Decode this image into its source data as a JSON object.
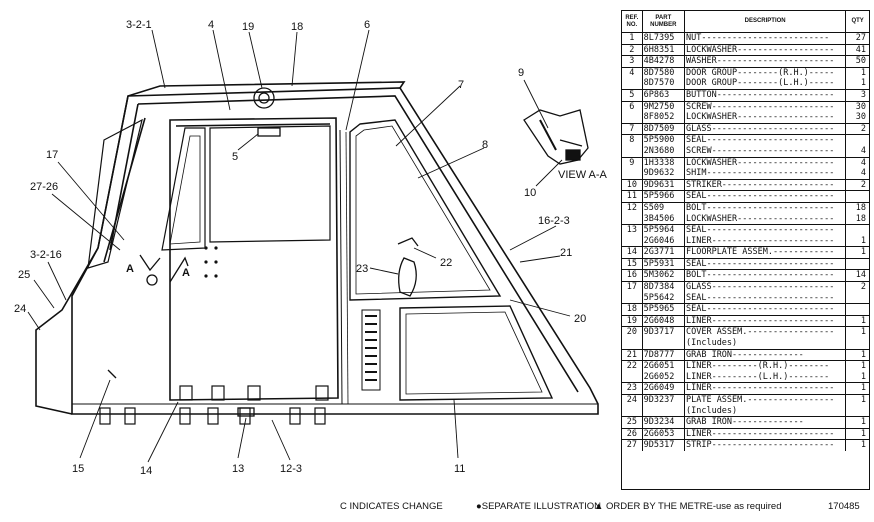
{
  "callouts": {
    "c3_2_1": "3-2-1",
    "c4": "4",
    "c19": "19",
    "c18": "18",
    "c6": "6",
    "c7": "7",
    "c8": "8",
    "c9": "9",
    "c10": "10",
    "view": "VIEW A-A",
    "c5": "5",
    "c17": "17",
    "c27_26": "27-26",
    "c16_2_3": "16-2-3",
    "c21": "21",
    "c22": "22",
    "c23": "23",
    "c3_2_16": "3-2-16",
    "c25": "25",
    "c24": "24",
    "c20": "20",
    "c15": "15",
    "c14": "14",
    "c13": "13",
    "c12_3": "12-3",
    "c11": "11",
    "a1": "A",
    "a2": "A"
  },
  "table": {
    "headers": {
      "ref": "REF. NO.",
      "part": "PART NUMBER",
      "desc": "DESCRIPTION",
      "qty": "QTY"
    },
    "rows": [
      {
        "mark": "",
        "ref": "1",
        "part": "8L7395",
        "desc": "NUT-------------------------",
        "qty": "27"
      },
      {
        "mark": "",
        "ref": "2",
        "part": "6H8351",
        "desc": "LOCKWASHER-------------------",
        "qty": "41"
      },
      {
        "mark": "",
        "ref": "3",
        "part": "4B4278",
        "desc": "WASHER-----------------------",
        "qty": "50"
      },
      {
        "mark": "●",
        "ref": "4",
        "part": "8D7580",
        "desc": "DOOR GROUP--------(R.H.)-----",
        "qty": "1"
      },
      {
        "mark": "●",
        "ref": "",
        "part": "8D7570",
        "desc": "DOOR GROUP--------(L.H.)-----",
        "qty": "1"
      },
      {
        "mark": "",
        "ref": "5",
        "part": "6P863",
        "desc": "BUTTON-----------------------",
        "qty": "3"
      },
      {
        "mark": "",
        "ref": "6",
        "part": "9M2750",
        "desc": "SCREW------------------------",
        "qty": "30"
      },
      {
        "mark": "",
        "ref": "",
        "part": "8F8052",
        "desc": "LOCKWASHER-------------------",
        "qty": "30"
      },
      {
        "mark": "",
        "ref": "7",
        "part": "8D7509",
        "desc": "GLASS------------------------",
        "qty": "2"
      },
      {
        "mark": "▲",
        "ref": "8",
        "part": "5P5900",
        "desc": "SEAL-------------------------",
        "qty": ""
      },
      {
        "mark": "",
        "ref": "",
        "part": "2N3680",
        "desc": "SCREW------------------------",
        "qty": "4"
      },
      {
        "mark": "",
        "ref": "9",
        "part": "1H3338",
        "desc": "LOCKWASHER-------------------",
        "qty": "4"
      },
      {
        "mark": "",
        "ref": "",
        "part": "9D9632",
        "desc": "SHIM-------------------------",
        "qty": "4"
      },
      {
        "mark": "",
        "ref": "10",
        "part": "9D9631",
        "desc": "STRIKER----------------------",
        "qty": "2"
      },
      {
        "mark": "▲",
        "ref": "11",
        "part": "5P5966",
        "desc": "SEAL-------------------------",
        "qty": ""
      },
      {
        "mark": "",
        "ref": "12",
        "part": "S509",
        "desc": "BOLT-------------------------",
        "qty": "18"
      },
      {
        "mark": "",
        "ref": "",
        "part": "3B4506",
        "desc": "LOCKWASHER-------------------",
        "qty": "18"
      },
      {
        "mark": "▲",
        "ref": "13",
        "part": "5P5964",
        "desc": "SEAL-------------------------",
        "qty": ""
      },
      {
        "mark": "",
        "ref": "",
        "part": "2G6046",
        "desc": "LINER------------------------",
        "qty": "1"
      },
      {
        "mark": "",
        "ref": "14",
        "part": "2G3771",
        "desc": "FLOORPLATE ASSEM.------------",
        "qty": "1"
      },
      {
        "mark": "▲",
        "ref": "15",
        "part": "5P5931",
        "desc": "SEAL-------------------------",
        "qty": ""
      },
      {
        "mark": "",
        "ref": "16",
        "part": "5M3062",
        "desc": "BOLT-------------------------",
        "qty": "14"
      },
      {
        "mark": "",
        "ref": "17",
        "part": "8D7384",
        "desc": "GLASS------------------------",
        "qty": "2"
      },
      {
        "mark": "▲",
        "ref": "",
        "part": "5P5642",
        "desc": "SEAL-------------------------",
        "qty": ""
      },
      {
        "mark": "▲",
        "ref": "18",
        "part": "5P5965",
        "desc": "SEAL-------------------------",
        "qty": ""
      },
      {
        "mark": "",
        "ref": "19",
        "part": "2G6048",
        "desc": "LINER------------------------",
        "qty": "1"
      },
      {
        "mark": "",
        "ref": "20",
        "part": "9D3717",
        "desc": "COVER ASSEM.-----------------",
        "qty": "1"
      },
      {
        "mark": "",
        "ref": "",
        "part": "",
        "desc": "     (Includes)",
        "qty": ""
      },
      {
        "mark": "",
        "ref": "21",
        "part": "7D8777",
        "desc": "     GRAB IRON--------------",
        "qty": "1"
      },
      {
        "mark": "",
        "ref": "22",
        "part": "2G6051",
        "desc": "LINER---------(R.H.)--------",
        "qty": "1"
      },
      {
        "mark": "",
        "ref": "",
        "part": "2G6052",
        "desc": "LINER---------(L.H.)--------",
        "qty": "1"
      },
      {
        "mark": "",
        "ref": "23",
        "part": "2G6049",
        "desc": "LINER------------------------",
        "qty": "1"
      },
      {
        "mark": "",
        "ref": "24",
        "part": "9D3237",
        "desc": "PLATE ASSEM.-----------------",
        "qty": "1"
      },
      {
        "mark": "",
        "ref": "",
        "part": "",
        "desc": "     (Includes)",
        "qty": ""
      },
      {
        "mark": "",
        "ref": "25",
        "part": "9D3234",
        "desc": "     GRAB IRON--------------",
        "qty": "1"
      },
      {
        "mark": "",
        "ref": "26",
        "part": "2G6053",
        "desc": "LINER------------------------",
        "qty": "1"
      },
      {
        "mark": "C",
        "ref": "27",
        "part": "9D5317",
        "desc": "STRIP------------------------",
        "qty": "1"
      }
    ]
  },
  "footer": {
    "change": "C INDICATES CHANGE",
    "separate": "●SEPARATE ILLUSTRATION",
    "order": "▲ ORDER BY THE METRE-use as required",
    "code": "170485"
  }
}
